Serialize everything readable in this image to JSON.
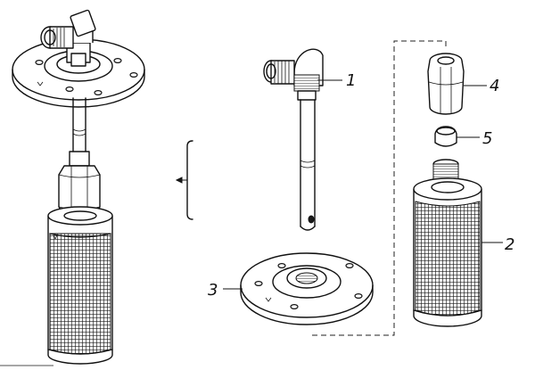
{
  "callouts": [
    {
      "id": "1",
      "label": "1"
    },
    {
      "id": "2",
      "label": "2"
    },
    {
      "id": "3",
      "label": "3"
    },
    {
      "id": "4",
      "label": "4"
    },
    {
      "id": "5",
      "label": "5"
    }
  ],
  "mesh_color": "#1a1a1a",
  "line_color": "#111111"
}
